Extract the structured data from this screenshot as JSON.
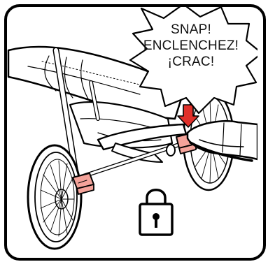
{
  "callout": {
    "line1": "SNAP!",
    "line2": "ENCLENCHEZ!",
    "line3": "¡CRAC!"
  },
  "icons": {
    "lock": "lock-icon",
    "arrow": "down-arrow-icon"
  },
  "colors": {
    "brake_highlight": "#f4a39a",
    "arrow": "#e0302a",
    "outline": "#000000"
  }
}
